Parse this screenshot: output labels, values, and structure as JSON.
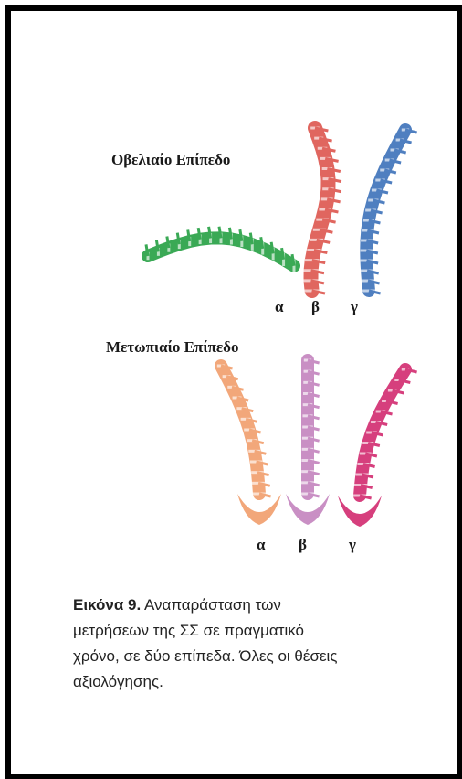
{
  "figure": {
    "sagittal_title": "Οβελιαίο Επίπεδο",
    "coronal_title": "Μετωπιαίο Επίπεδο",
    "sagittal_labels": [
      "α",
      "β",
      "γ"
    ],
    "coronal_labels": [
      "α",
      "β",
      "γ"
    ],
    "sagittal_colors": [
      "#3aa955",
      "#e0665f",
      "#4f7fc0"
    ],
    "coronal_colors": [
      "#f2a77a",
      "#c98fc4",
      "#d63f7d"
    ]
  },
  "caption": {
    "label": "Εικόνα 9.",
    "text": " Αναπαράσταση των μετρήσεων της ΣΣ σε πραγματικό χρόνο, σε δύο επίπεδα. Όλες οι θέσεις αξιολόγησης."
  }
}
